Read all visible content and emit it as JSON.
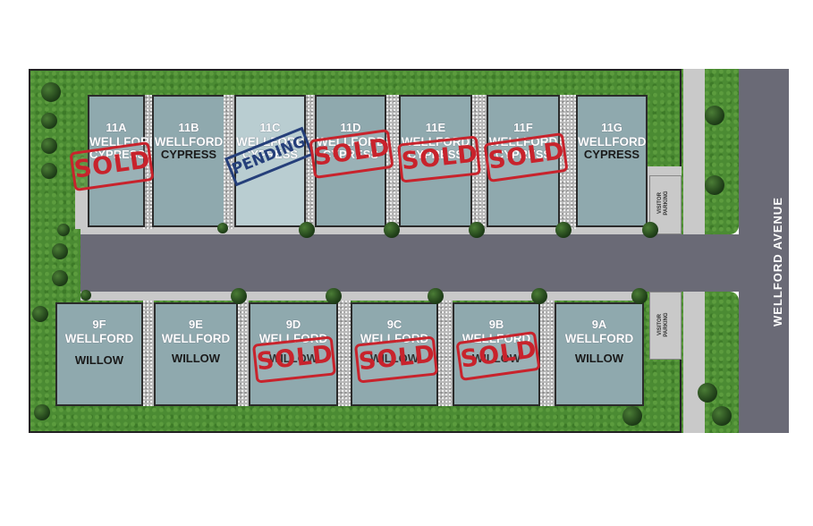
{
  "street": {
    "name": "WELLFORD AVENUE"
  },
  "visitor_parking": {
    "line1": "VISITOR",
    "line2": "PARKING"
  },
  "stamps": {
    "sold": "SOLD",
    "pending": "PENDING"
  },
  "top_row": [
    {
      "label": "11A",
      "name": "WELLFORD",
      "model": "CYPRESS",
      "status": "sold"
    },
    {
      "label": "11B",
      "name": "WELLFORD",
      "model": "CYPRESS",
      "status": "available"
    },
    {
      "label": "11C",
      "name": "WELLFORD",
      "model": "CYPRESS",
      "status": "pending"
    },
    {
      "label": "11D",
      "name": "WELLFORD",
      "model": "CYPRESS",
      "status": "sold"
    },
    {
      "label": "11E",
      "name": "WELLFORD",
      "model": "CYPRESS",
      "status": "sold"
    },
    {
      "label": "11F",
      "name": "WELLFORD",
      "model": "CYPRESS",
      "status": "sold"
    },
    {
      "label": "11G",
      "name": "WELLFORD",
      "model": "CYPRESS",
      "status": "available"
    }
  ],
  "bottom_row": [
    {
      "label": "9F",
      "name": "WELLFORD",
      "model": "WILLOW",
      "status": "available"
    },
    {
      "label": "9E",
      "name": "WELLFORD",
      "model": "WILLOW",
      "status": "available"
    },
    {
      "label": "9D",
      "name": "WELLFORD",
      "model": "WILLOW",
      "status": "sold"
    },
    {
      "label": "9C",
      "name": "WELLFORD",
      "model": "WILLOW",
      "status": "sold"
    },
    {
      "label": "9B",
      "name": "WELLFORD",
      "model": "WILLOW",
      "status": "sold"
    },
    {
      "label": "9A",
      "name": "WELLFORD",
      "model": "WILLOW",
      "status": "available"
    }
  ],
  "colors": {
    "lot": "#8fa9ae",
    "lot_pending": "#b9cdd1",
    "sold_stamp": "#c8232c",
    "pending_stamp": "#253f7a",
    "grass": "#4b8b33",
    "road": "#6a6a76"
  }
}
